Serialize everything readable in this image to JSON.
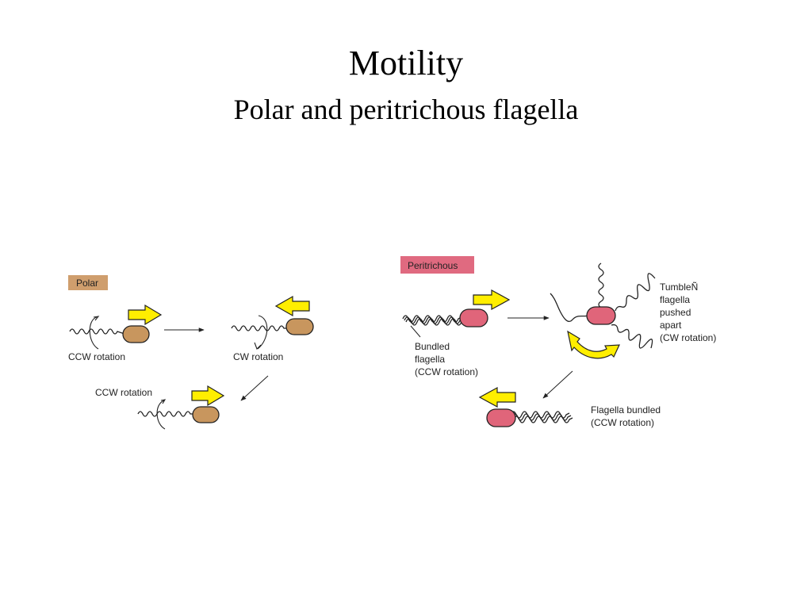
{
  "title": "Motility",
  "subtitle": "Polar and peritrichous flagella",
  "colors": {
    "polar_label_bg": "#cf9e6d",
    "polar_cell": "#c8965e",
    "peritrichous_label_bg": "#e06a80",
    "peritrichous_cell": "#e0657a",
    "arrow_fill": "#ffee00",
    "outline": "#222222"
  },
  "polar": {
    "label": "Polar",
    "step1_caption": "CCW rotation",
    "step2_caption": "CW rotation",
    "step3_caption": "CCW rotation"
  },
  "peritrichous": {
    "label": "Peritrichous",
    "bundled_lines": [
      "Bundled",
      "flagella",
      "(CCW rotation)"
    ],
    "tumble_lines": [
      "TumbleÑ",
      "flagella",
      "pushed",
      "apart",
      "(CW rotation)"
    ],
    "bundled_again_lines": [
      "Flagella bundled",
      "(CCW rotation)"
    ]
  }
}
